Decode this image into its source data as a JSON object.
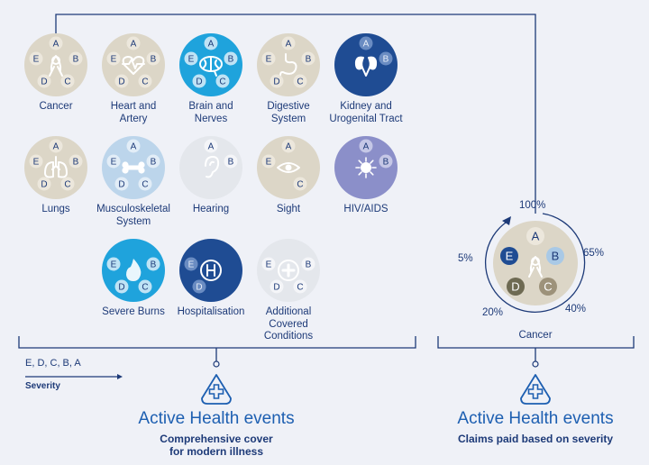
{
  "colors": {
    "dark_navy": "#1d3a78",
    "accent_blue": "#1d5fb1",
    "bright_blue": "#1fa3dc",
    "light_blue": "#bcd5eb",
    "beige": "#dcd6c7",
    "pale_gray": "#e4e7ec",
    "lavender": "#8b8fc9",
    "navy": "#1f4c93",
    "bg": "#eff1f7"
  },
  "conditions": [
    {
      "id": "cancer",
      "label": [
        "Cancer"
      ],
      "color": "beige",
      "icon": "ribbon-icon",
      "grades": [
        "A",
        "B",
        "C",
        "D",
        "E"
      ]
    },
    {
      "id": "heart",
      "label": [
        "Heart and",
        "Artery"
      ],
      "color": "beige",
      "icon": "heart-icon",
      "grades": [
        "A",
        "B",
        "C",
        "D",
        "E"
      ]
    },
    {
      "id": "brain",
      "label": [
        "Brain and",
        "Nerves"
      ],
      "color": "bright_blue",
      "icon": "brain-icon",
      "grades": [
        "A",
        "B",
        "C",
        "D",
        "E"
      ]
    },
    {
      "id": "digestive",
      "label": [
        "Digestive",
        "System"
      ],
      "color": "beige",
      "icon": "stomach-icon",
      "grades": [
        "A",
        "B",
        "C",
        "D",
        "E"
      ]
    },
    {
      "id": "kidney",
      "label": [
        "Kidney and",
        "Urogenital Tract"
      ],
      "color": "navy",
      "icon": "kidney-icon",
      "grades": [
        "A",
        "B"
      ]
    },
    {
      "id": "lungs",
      "label": [
        "Lungs"
      ],
      "color": "beige",
      "icon": "lungs-icon",
      "grades": [
        "A",
        "B",
        "C",
        "D",
        "E"
      ]
    },
    {
      "id": "musculo",
      "label": [
        "Musculoskeletal",
        "System"
      ],
      "color": "light_blue",
      "icon": "bone-icon",
      "grades": [
        "A",
        "B",
        "C",
        "D",
        "E"
      ]
    },
    {
      "id": "hearing",
      "label": [
        "Hearing"
      ],
      "color": "pale_gray",
      "icon": "ear-icon",
      "grades": [
        "A",
        "B"
      ]
    },
    {
      "id": "sight",
      "label": [
        "Sight"
      ],
      "color": "beige",
      "icon": "eye-icon",
      "grades": [
        "A",
        "C",
        "E"
      ]
    },
    {
      "id": "hiv",
      "label": [
        "HIV/AIDS"
      ],
      "color": "lavender",
      "icon": "virus-icon",
      "grades": [
        "A",
        "B"
      ]
    },
    {
      "id": "burns",
      "label": [
        "Severe Burns"
      ],
      "color": "bright_blue",
      "icon": "burn-icon",
      "grades": [
        "B",
        "C",
        "D",
        "E"
      ]
    },
    {
      "id": "hospital",
      "label": [
        "Hospitalisation"
      ],
      "color": "navy",
      "icon": "hospital-icon",
      "grades": [
        "D",
        "E"
      ]
    },
    {
      "id": "additional",
      "label": [
        "Additional",
        "Covered",
        "Conditions"
      ],
      "color": "pale_gray",
      "icon": "plus-circle-icon",
      "grades": [
        "B",
        "C",
        "D",
        "E"
      ]
    }
  ],
  "severity": {
    "sequence": "E, D, C, B, A",
    "label": "Severity"
  },
  "cancer_detail": {
    "label": "Cancer",
    "grades": [
      "A",
      "B",
      "C",
      "D",
      "E"
    ],
    "percentages": [
      {
        "grade": "A",
        "text": "100%"
      },
      {
        "grade": "B",
        "text": "65%"
      },
      {
        "grade": "C",
        "text": "40%"
      },
      {
        "grade": "D",
        "text": "20%"
      },
      {
        "grade": "E",
        "text": "5%"
      }
    ]
  },
  "left_footer": {
    "title": "Active Health events",
    "subtitle": [
      "Comprehensive cover",
      "for modern illness"
    ]
  },
  "right_footer": {
    "title": "Active Health events",
    "subtitle": [
      "Claims paid based on severity"
    ]
  }
}
